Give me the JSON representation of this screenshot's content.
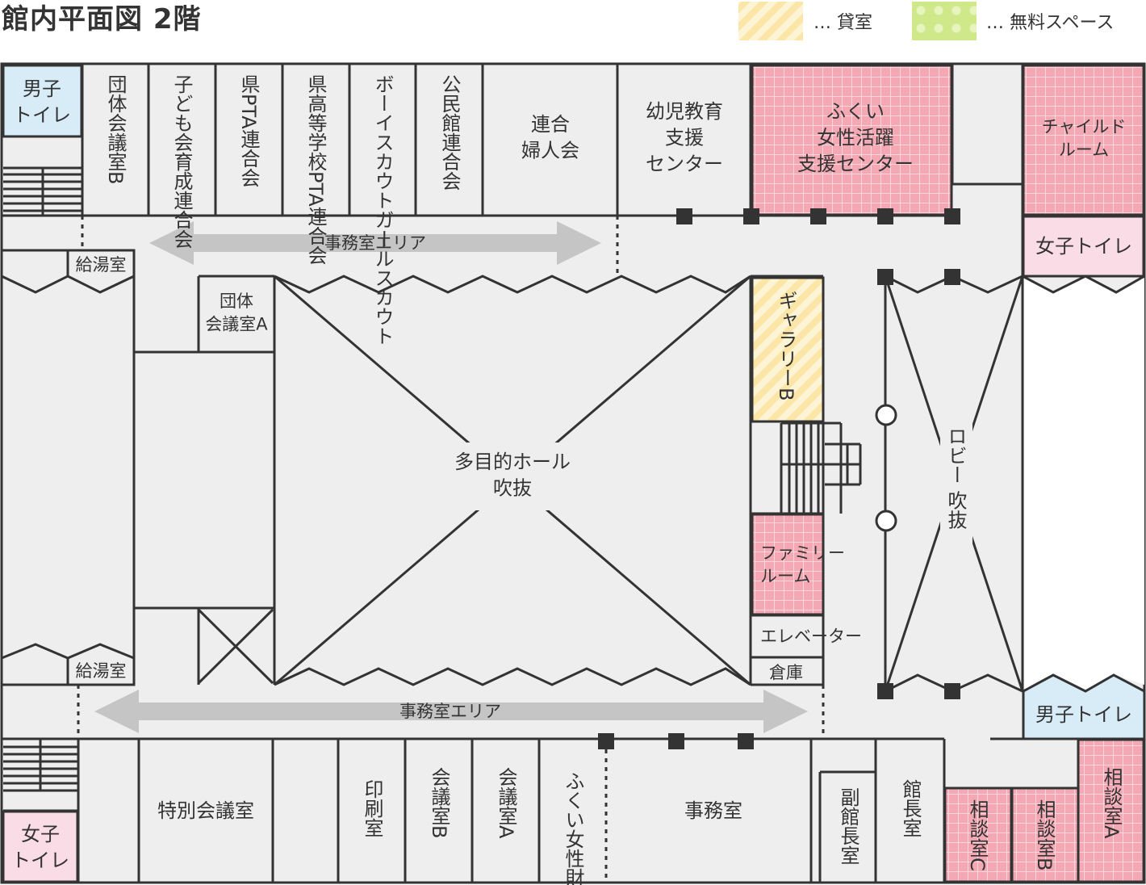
{
  "title": "館内平面図 2階",
  "legend": [
    {
      "label": "… 貸室",
      "pattern": "yellow-stripes",
      "color": "#fbe6a8"
    },
    {
      "label": "… 無料スペース",
      "pattern": "green-dots",
      "color": "#cfe88a"
    }
  ],
  "colors": {
    "room": "#efeeef",
    "wall": "#333333",
    "pink": "#f3a8b4",
    "blue_toilet": "#d8ecf8",
    "pink_toilet": "#f9dce6",
    "corridor_arrow": "#c5c5c5"
  },
  "rooms": {
    "mens_toilet_top": "男子\nトイレ",
    "dantai_b": "団体会議室B",
    "kodomo": "子ども会育成連合会",
    "ken_pta": "県PTA連合会",
    "ken_kotogakko": "県高等学校PTA連合会",
    "scout": "ボーイスカウトガールスカウト",
    "kominkan": "公民館連合会",
    "rengo_fujinkai": "連合\n婦人会",
    "yoji": "幼児教育\n支援\nセンター",
    "fukui_josei": "ふくい\n女性活躍\n支援センター",
    "child_room": "チャイルド\nルーム",
    "womens_toilet_right": "女子トイレ",
    "kyutoshitsu_top": "給湯室",
    "jimu_area_top": "事務室エリア",
    "dantai_a": "団体\n会議室A",
    "hall": "多目的ホール\n吹抜",
    "gallery_b": "ギャラリーB",
    "lobby": "ロビー 吹抜",
    "family_room": "ファミリー\nルーム",
    "elevator": "エレベーター",
    "soko": "倉庫",
    "kyutoshitsu_bottom": "給湯室",
    "jimu_area_bottom": "事務室エリア",
    "mens_toilet_right": "男子トイレ",
    "womens_toilet_bottom": "女子\nトイレ",
    "tokubetsu": "特別会議室",
    "insatsu": "印刷室",
    "kaigi_b": "会議室B",
    "kaigi_a": "会議室A",
    "fukui_zaidan": "ふくい女性財団",
    "jimushitsu": "事務室",
    "fuku_kancho": "副館長室",
    "kancho": "館長室",
    "sodan_c": "相談室C",
    "sodan_b": "相談室B",
    "sodan_a": "相談室A"
  }
}
